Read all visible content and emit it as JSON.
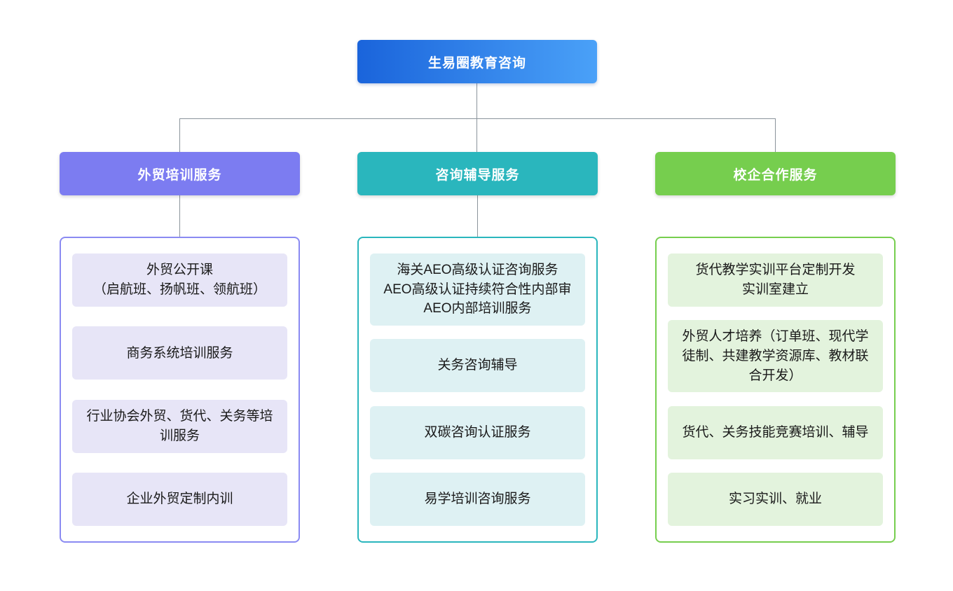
{
  "diagram": {
    "root": {
      "label": "生易圈教育咨询"
    },
    "branches": [
      {
        "label": "外贸培训服务",
        "items": [
          "外贸公开课\n（启航班、扬帆班、领航班）",
          "商务系统培训服务",
          "行业协会外贸、货代、关务等培训服务",
          "企业外贸定制内训"
        ]
      },
      {
        "label": "咨询辅导服务",
        "items": [
          "海关AEO高级认证咨询服务\nAEO高级认证持续符合性内部审\nAEO内部培训服务",
          "关务咨询辅导",
          "双碳咨询认证服务",
          "易学培训咨询服务"
        ]
      },
      {
        "label": "校企合作服务",
        "items": [
          "货代教学实训平台定制开发\n实训室建立",
          "外贸人才培养（订单班、现代学徒制、共建教学资源库、教材联合开发）",
          "货代、关务技能竞赛培训、辅导",
          "实习实训、就业"
        ]
      }
    ],
    "colors": {
      "root_gradient_start": "#1a64db",
      "root_gradient_end": "#4aa1f8",
      "branch_purple": "#7c7cf1",
      "branch_purple_item_bg": "#e7e5f7",
      "branch_teal": "#2ab6bd",
      "branch_teal_item_bg": "#def1f3",
      "branch_green": "#76ce4e",
      "branch_green_item_bg": "#e3f3dd",
      "connector_line": "#8b949b"
    }
  }
}
